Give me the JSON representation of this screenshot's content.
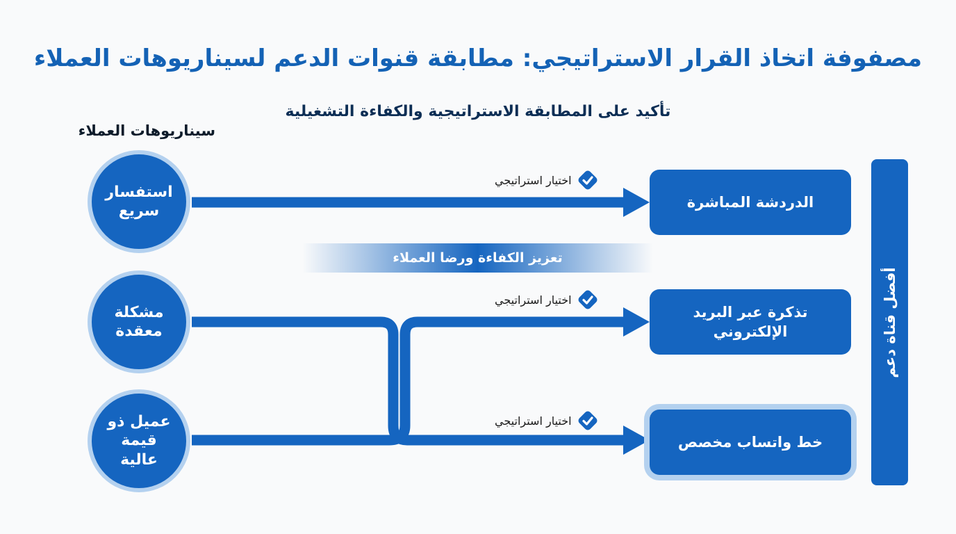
{
  "title": "مصفوفة اتخاذ القرار الاستراتيجي: مطابقة قنوات الدعم لسيناريوهات العملاء",
  "subtitle": "تأكيد على المطابقة الاستراتيجية والكفاءة التشغيلية",
  "scenarios": {
    "header": "سيناريوهات العملاء",
    "items": [
      {
        "label": "استفسار سريع"
      },
      {
        "label": "مشكلة معقدة"
      },
      {
        "label": "عميل ذو قيمة عالية"
      }
    ]
  },
  "channels": {
    "sidebar_label": "أفضل قناة دعم",
    "items": [
      {
        "label": "الدردشة المباشرة",
        "highlighted": false
      },
      {
        "label": "تذكرة عبر البريد الإلكتروني",
        "highlighted": false
      },
      {
        "label": "خط واتساب مخصص",
        "highlighted": true
      }
    ]
  },
  "connections": [
    {
      "from": "استفسار سريع",
      "to": "الدردشة المباشرة",
      "tag": "اختيار استراتيجي",
      "icon": "check-badge-icon"
    },
    {
      "from": "عميل ذو قيمة عالية",
      "to": "تذكرة عبر البريد الإلكتروني",
      "tag": "اختيار استراتيجي",
      "icon": "check-badge-icon"
    },
    {
      "from": "مشكلة معقدة",
      "to": "خط واتساب مخصص",
      "tag": "اختيار استراتيجي",
      "icon": "check-badge-icon"
    }
  ],
  "banner": "تعزيز الكفاءة ورضا العملاء",
  "colors": {
    "primary": "#1565c0",
    "ring": "#b4d1ef",
    "title": "#1462b5",
    "subtitle": "#0d2e55",
    "background": "#f9fafb"
  }
}
